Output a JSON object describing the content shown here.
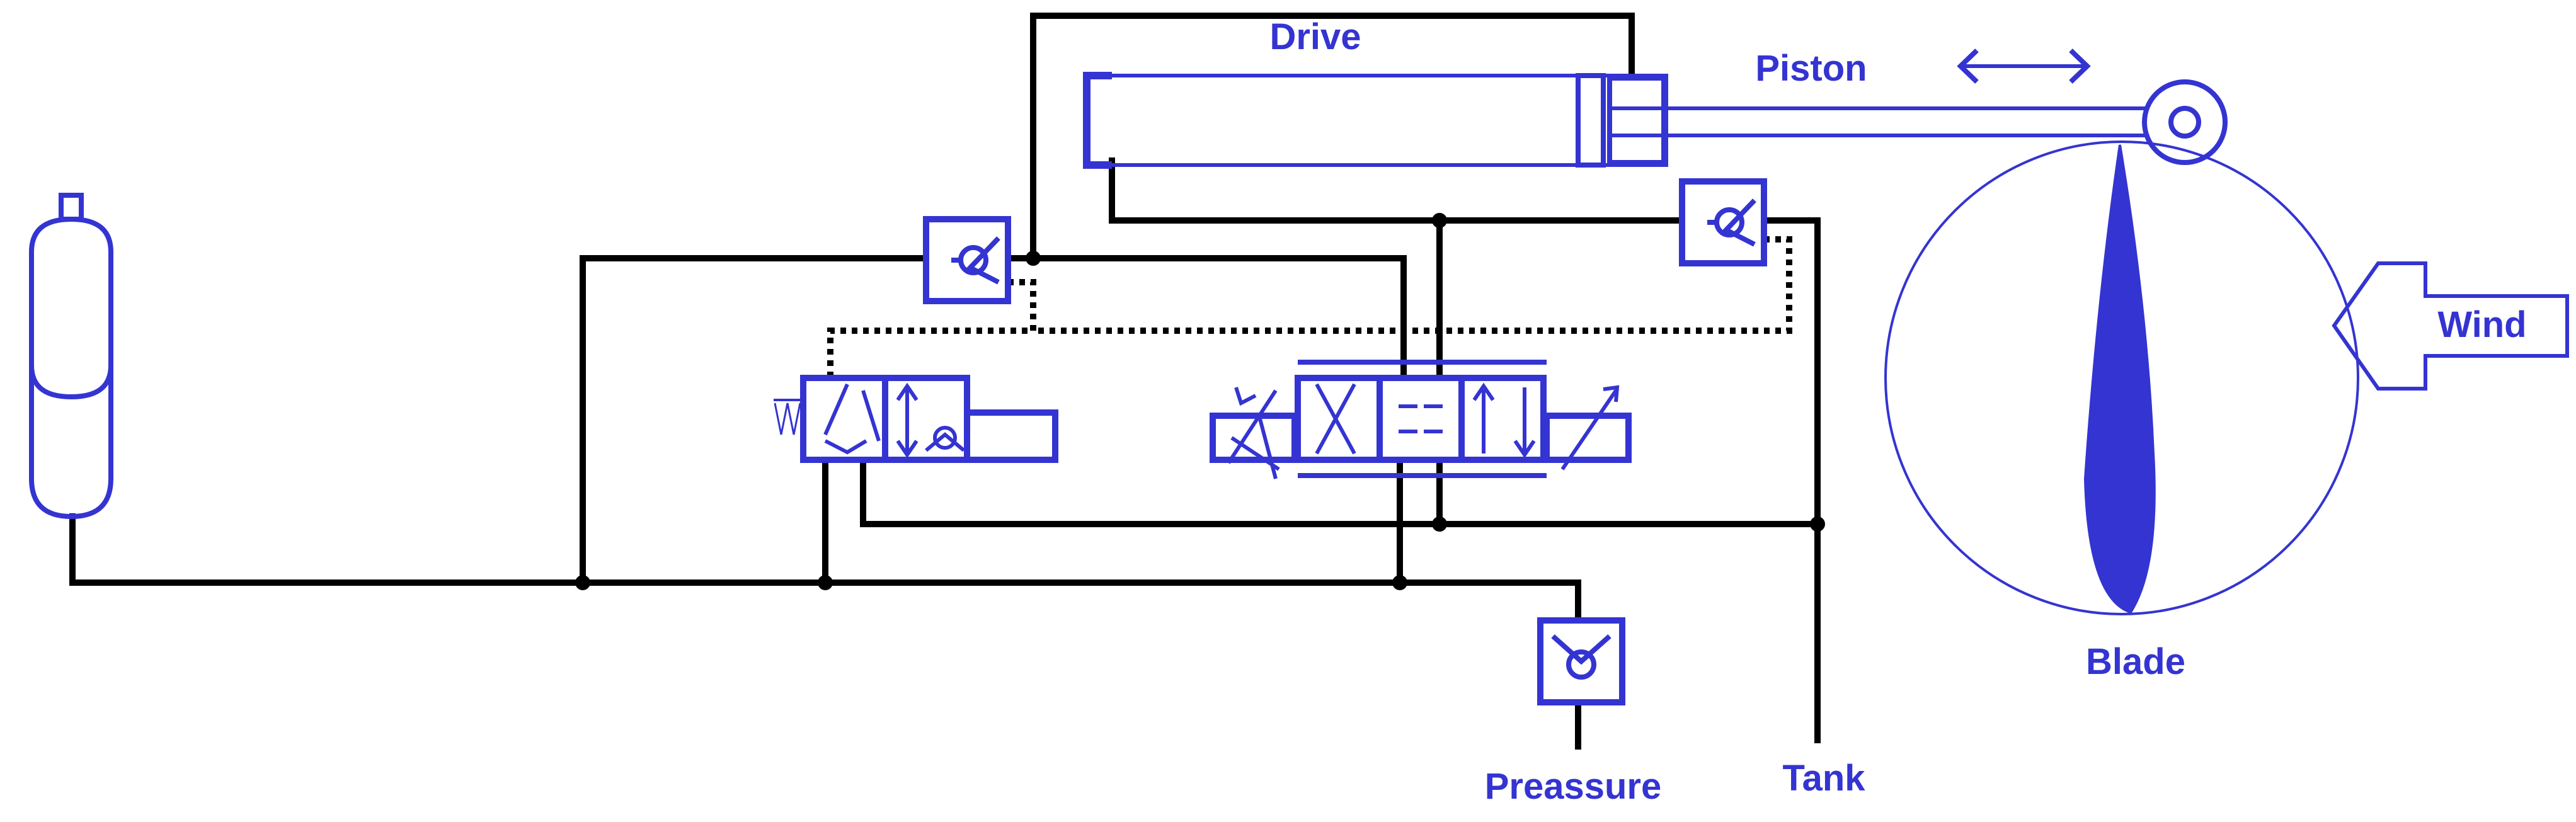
{
  "diagram": {
    "labels": {
      "drive": "Drive",
      "piston": "Piston",
      "wind": "Wind",
      "blade": "Blade",
      "pressure": "Preassure",
      "tank": "Tank"
    },
    "colors": {
      "component": "#3434d2",
      "line": "#000000",
      "background": "#ffffff"
    }
  }
}
